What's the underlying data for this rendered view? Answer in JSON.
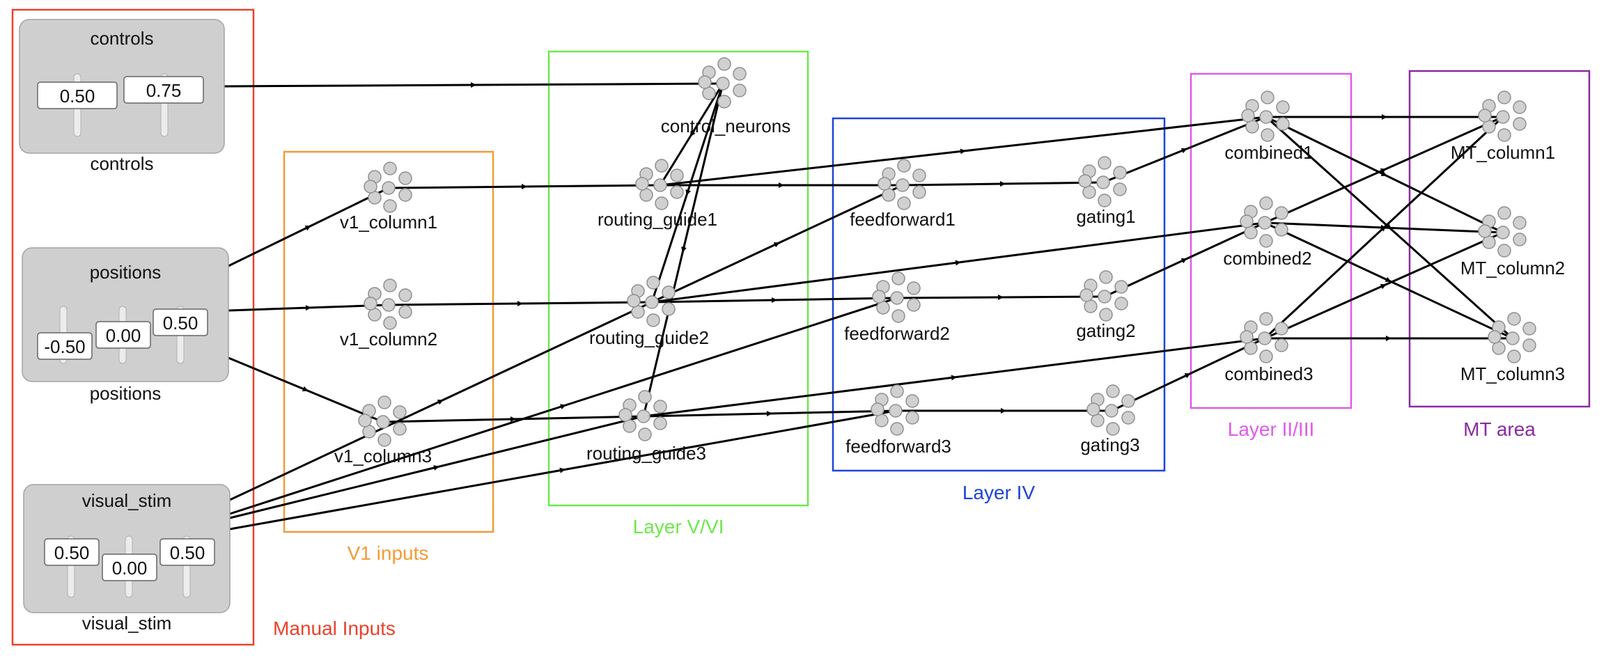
{
  "groups": {
    "manual_inputs": {
      "title": "Manual Inputs",
      "color": "#e8432a"
    },
    "v1_inputs": {
      "title": "V1 inputs",
      "color": "#f39a35"
    },
    "layer_v_vi": {
      "title": "Layer V/VI",
      "color": "#6de84c"
    },
    "layer_iv": {
      "title": "Layer IV",
      "color": "#1d44d8"
    },
    "layer_ii_iii": {
      "title": "Layer II/III",
      "color": "#e05ae8"
    },
    "mt_area": {
      "title": "MT area",
      "color": "#8a2aa0"
    }
  },
  "input_panels": {
    "controls": {
      "title": "controls",
      "caption": "controls",
      "values": [
        "0.50",
        "0.75"
      ]
    },
    "positions": {
      "title": "positions",
      "caption": "positions",
      "values": [
        "-0.50",
        "0.00",
        "0.50"
      ]
    },
    "visual_stim": {
      "title": "visual_stim",
      "caption": "visual_stim",
      "values": [
        "0.50",
        "0.00",
        "0.50"
      ]
    }
  },
  "nodes": {
    "control_neurons": "control_neurons",
    "v1_column1": "v1_column1",
    "v1_column2": "v1_column2",
    "v1_column3": "v1_column3",
    "routing_guide1": "routing_guide1",
    "routing_guide2": "routing_guide2",
    "routing_guide3": "routing_guide3",
    "feedforward1": "feedforward1",
    "feedforward2": "feedforward2",
    "feedforward3": "feedforward3",
    "gating1": "gating1",
    "gating2": "gating2",
    "gating3": "gating3",
    "combined1": "combined1",
    "combined2": "combined2",
    "combined3": "combined3",
    "MT_column1": "MT_column1",
    "MT_column2": "MT_column2",
    "MT_column3": "MT_column3"
  },
  "connections": [
    [
      "controls",
      "control_neurons"
    ],
    [
      "control_neurons",
      "routing_guide1"
    ],
    [
      "control_neurons",
      "routing_guide2"
    ],
    [
      "control_neurons",
      "routing_guide3"
    ],
    [
      "positions",
      "v1_column1"
    ],
    [
      "positions",
      "v1_column2"
    ],
    [
      "positions",
      "v1_column3"
    ],
    [
      "v1_column1",
      "routing_guide1"
    ],
    [
      "v1_column2",
      "routing_guide2"
    ],
    [
      "v1_column3",
      "routing_guide3"
    ],
    [
      "visual_stim",
      "routing_guide2"
    ],
    [
      "visual_stim",
      "feedforward2"
    ],
    [
      "visual_stim",
      "routing_guide3"
    ],
    [
      "visual_stim",
      "feedforward3"
    ],
    [
      "routing_guide1",
      "feedforward1"
    ],
    [
      "routing_guide1",
      "combined1"
    ],
    [
      "routing_guide2",
      "feedforward2"
    ],
    [
      "routing_guide2",
      "combined2"
    ],
    [
      "routing_guide2",
      "feedforward1"
    ],
    [
      "routing_guide3",
      "feedforward3"
    ],
    [
      "routing_guide3",
      "combined3"
    ],
    [
      "feedforward1",
      "gating1"
    ],
    [
      "feedforward2",
      "gating2"
    ],
    [
      "feedforward3",
      "gating3"
    ],
    [
      "gating1",
      "combined1"
    ],
    [
      "gating2",
      "combined2"
    ],
    [
      "gating3",
      "combined3"
    ],
    [
      "combined1",
      "MT_column1"
    ],
    [
      "combined1",
      "MT_column2"
    ],
    [
      "combined1",
      "MT_column3"
    ],
    [
      "combined2",
      "MT_column1"
    ],
    [
      "combined2",
      "MT_column2"
    ],
    [
      "combined2",
      "MT_column3"
    ],
    [
      "combined3",
      "MT_column1"
    ],
    [
      "combined3",
      "MT_column2"
    ],
    [
      "combined3",
      "MT_column3"
    ]
  ]
}
